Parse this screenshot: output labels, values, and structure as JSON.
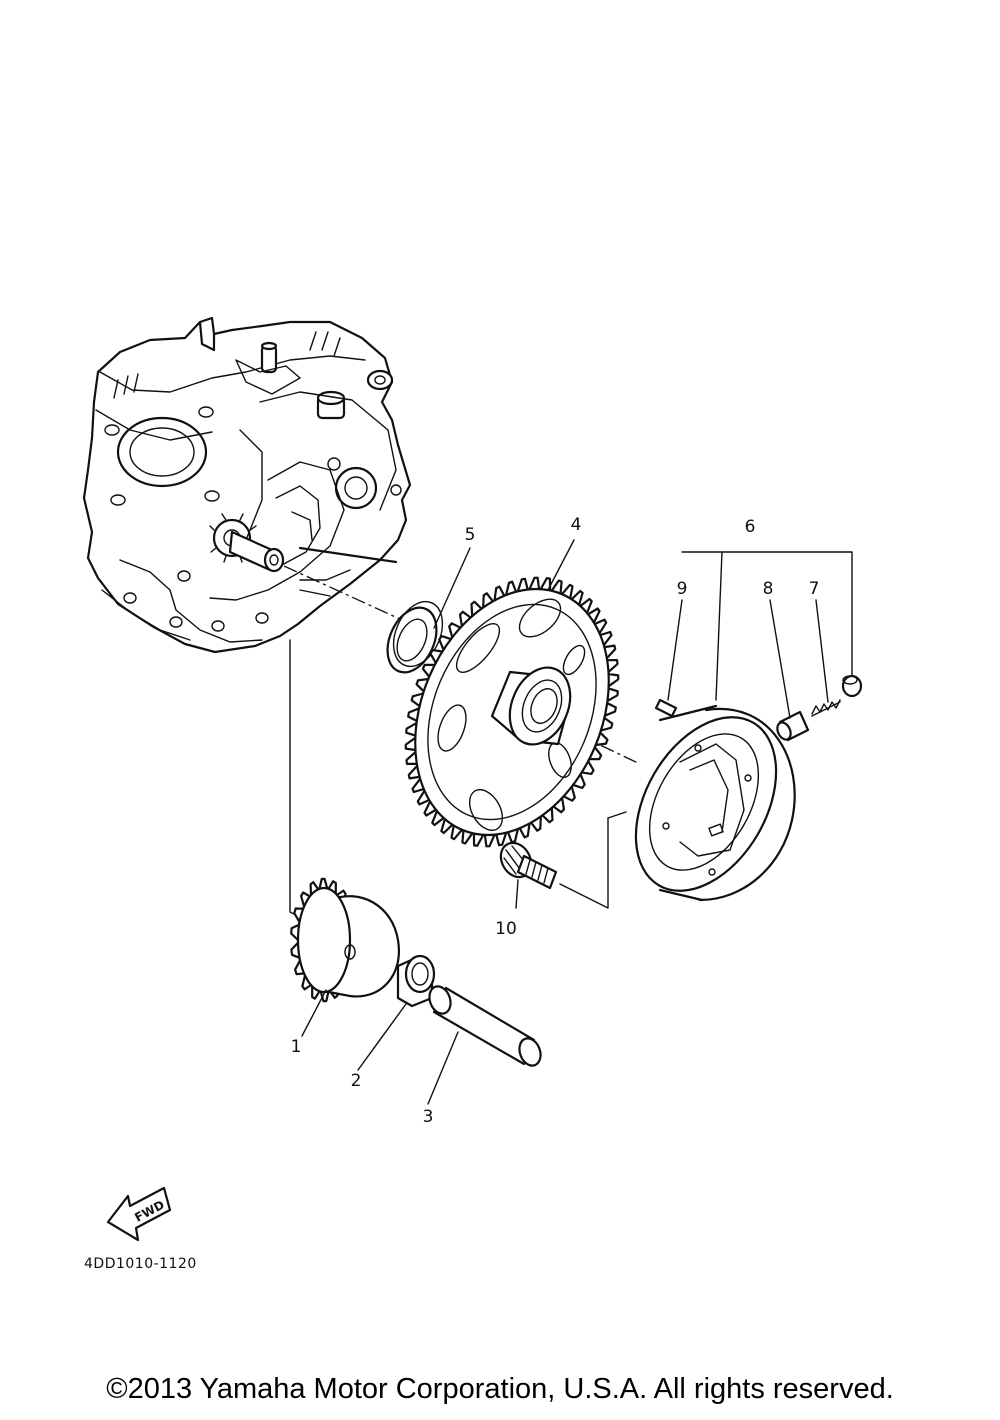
{
  "callouts": [
    {
      "num": "1",
      "part": "idler-gear"
    },
    {
      "num": "2",
      "part": "bushing"
    },
    {
      "num": "3",
      "part": "shaft"
    },
    {
      "num": "4",
      "part": "starter-wheel-gear"
    },
    {
      "num": "5",
      "part": "washer"
    },
    {
      "num": "6",
      "part": "starter-clutch-assembly"
    },
    {
      "num": "7",
      "part": "spring"
    },
    {
      "num": "8",
      "part": "plunger"
    },
    {
      "num": "9",
      "part": "pin"
    },
    {
      "num": "10",
      "part": "bolt"
    }
  ],
  "fwd_label": "FWD",
  "diagram_code": "4DD1010-1120",
  "copyright": "©2013 Yamaha Motor Corporation, U.S.A. All rights reserved."
}
